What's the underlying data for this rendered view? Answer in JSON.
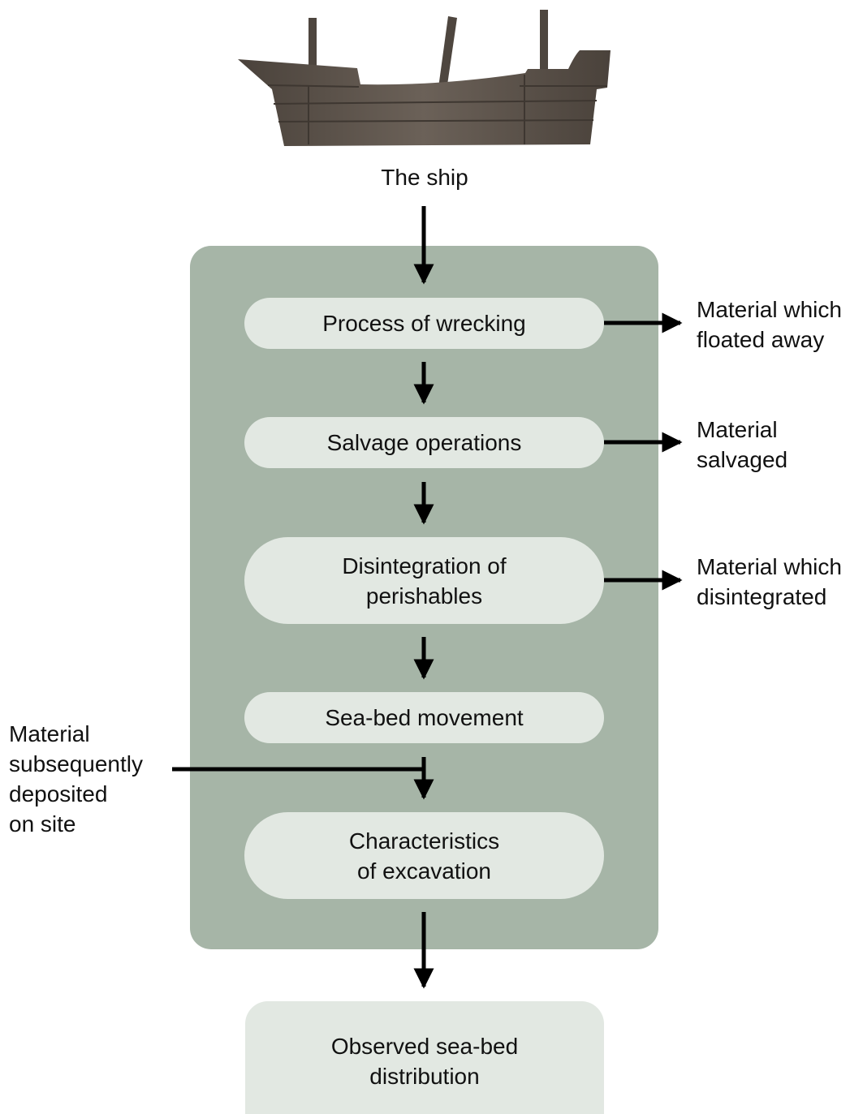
{
  "diagram": {
    "ship_label": "The ship",
    "steps": [
      {
        "id": "wrecking",
        "label": "Process of wrecking"
      },
      {
        "id": "salvage",
        "label": "Salvage operations"
      },
      {
        "id": "disintegration",
        "label": "Disintegration of\nperishables"
      },
      {
        "id": "seabed",
        "label": "Sea-bed movement"
      },
      {
        "id": "excavation",
        "label": "Characteristics\nof excavation"
      }
    ],
    "outputs": [
      {
        "from": "wrecking",
        "label": "Material which\nfloated away"
      },
      {
        "from": "salvage",
        "label": "Material\nsalvaged"
      },
      {
        "from": "disintegration",
        "label": "Material which\ndisintegrated"
      }
    ],
    "input": {
      "to": "excavation",
      "label": "Material\nsubsequently\ndeposited\non site"
    },
    "result": {
      "label": "Observed sea-bed\ndistribution"
    }
  },
  "colors": {
    "panel": "#a6b5a7",
    "pill": "#e2e8e2",
    "arrow": "#000000",
    "ship": "#5a5048"
  },
  "icons": {
    "ship": "ship-illustration"
  }
}
